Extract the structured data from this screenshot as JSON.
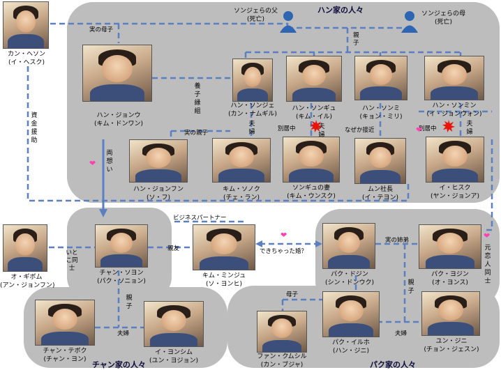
{
  "groups": {
    "han": "ハン家の人々",
    "chan": "チャン家の人々",
    "park": "パク家の人々"
  },
  "people": {
    "kang_hyeson": [
      "カン・ヘソン",
      "(イ・ヘスク)"
    ],
    "han_father": [
      "ソンジェらの父",
      "(死亡)"
    ],
    "han_mother": [
      "ソンジェらの母",
      "(死亡)"
    ],
    "junu": [
      "ハン・ジョンウ",
      "(キム・ドンワン)"
    ],
    "sonje": [
      "ハン・ソンジェ",
      "(カン・ナムギル)"
    ],
    "songyu": [
      "ハン・ソンギュ",
      "(キム・イル)"
    ],
    "sonmi": [
      "ハン・ソンミ",
      "(キョン・ミリ)"
    ],
    "sonmin": [
      "ハン・ソンミン",
      "(イ・ジョンウォン)"
    ],
    "junfun": [
      "ハン・ジョンフン",
      "(ソ・フ)"
    ],
    "sonku": [
      "キム・ソノク",
      "(チェ・ラン)"
    ],
    "songyu_wife": [
      "ソンギュの妻",
      "(キム・ウンスク)"
    ],
    "mun": [
      "ムン社長",
      "(イ・テヨン)"
    ],
    "ihyeku": [
      "イ・ヒスク",
      "(ヤン・ジョンア)"
    ],
    "gibom": [
      "オ・ギボム",
      "(アン・ジョンフン)"
    ],
    "chanyon": [
      "チャン・ソヨン",
      "(パク・ソニョン)"
    ],
    "minju": [
      "キム・ミンジュ",
      "(ソ・ヨンヒ)"
    ],
    "dojin": [
      "パク・ドジン",
      "(シン・ドンウク)"
    ],
    "yojin": [
      "パク・ヨジン",
      "(オ・ヨンス)"
    ],
    "tebok": [
      "チャン・テボク",
      "(チャン・ヨン)"
    ],
    "yonsim": [
      "イ・ヨンシム",
      "(ユン・ヨジョン)"
    ],
    "ilho": [
      "パク・イルホ",
      "(ハン・ジニ)"
    ],
    "kumsil": [
      "ファン・クムシル",
      "(カン・ブジャ)"
    ],
    "yunjini": [
      "ユン・ジニ",
      "(チョン・ジェスン)"
    ]
  },
  "relations": {
    "real_parent_child": "実の母子",
    "han_children": "親子",
    "adopted": "養子縁組",
    "real_parent_child_2": "実の親子",
    "couple": "夫婦",
    "separated": "別居中",
    "somehow_close": "なぜか接近",
    "funding": "資金援助",
    "mutual_love": "両想い",
    "cousins": "いとこ同士",
    "best_friend": "親友",
    "business_partner": "ビジネスパートナー",
    "shotgun_marriage": "できちゃった婚？",
    "real_siblings": "実の姉弟",
    "ex_lovers": "元恋人同士",
    "parent_child": "親子",
    "mother_child": "母子"
  },
  "colors": {
    "region": "#bdbdbd",
    "line": "#5b7fc0",
    "father_icon": "#2f66b3",
    "heart": "#ff3fb0",
    "burst": "#e8140c"
  },
  "icons": {
    "father": "person-icon",
    "mother": "person-icon",
    "heart": "heart-icon",
    "separation": "burst-icon"
  }
}
